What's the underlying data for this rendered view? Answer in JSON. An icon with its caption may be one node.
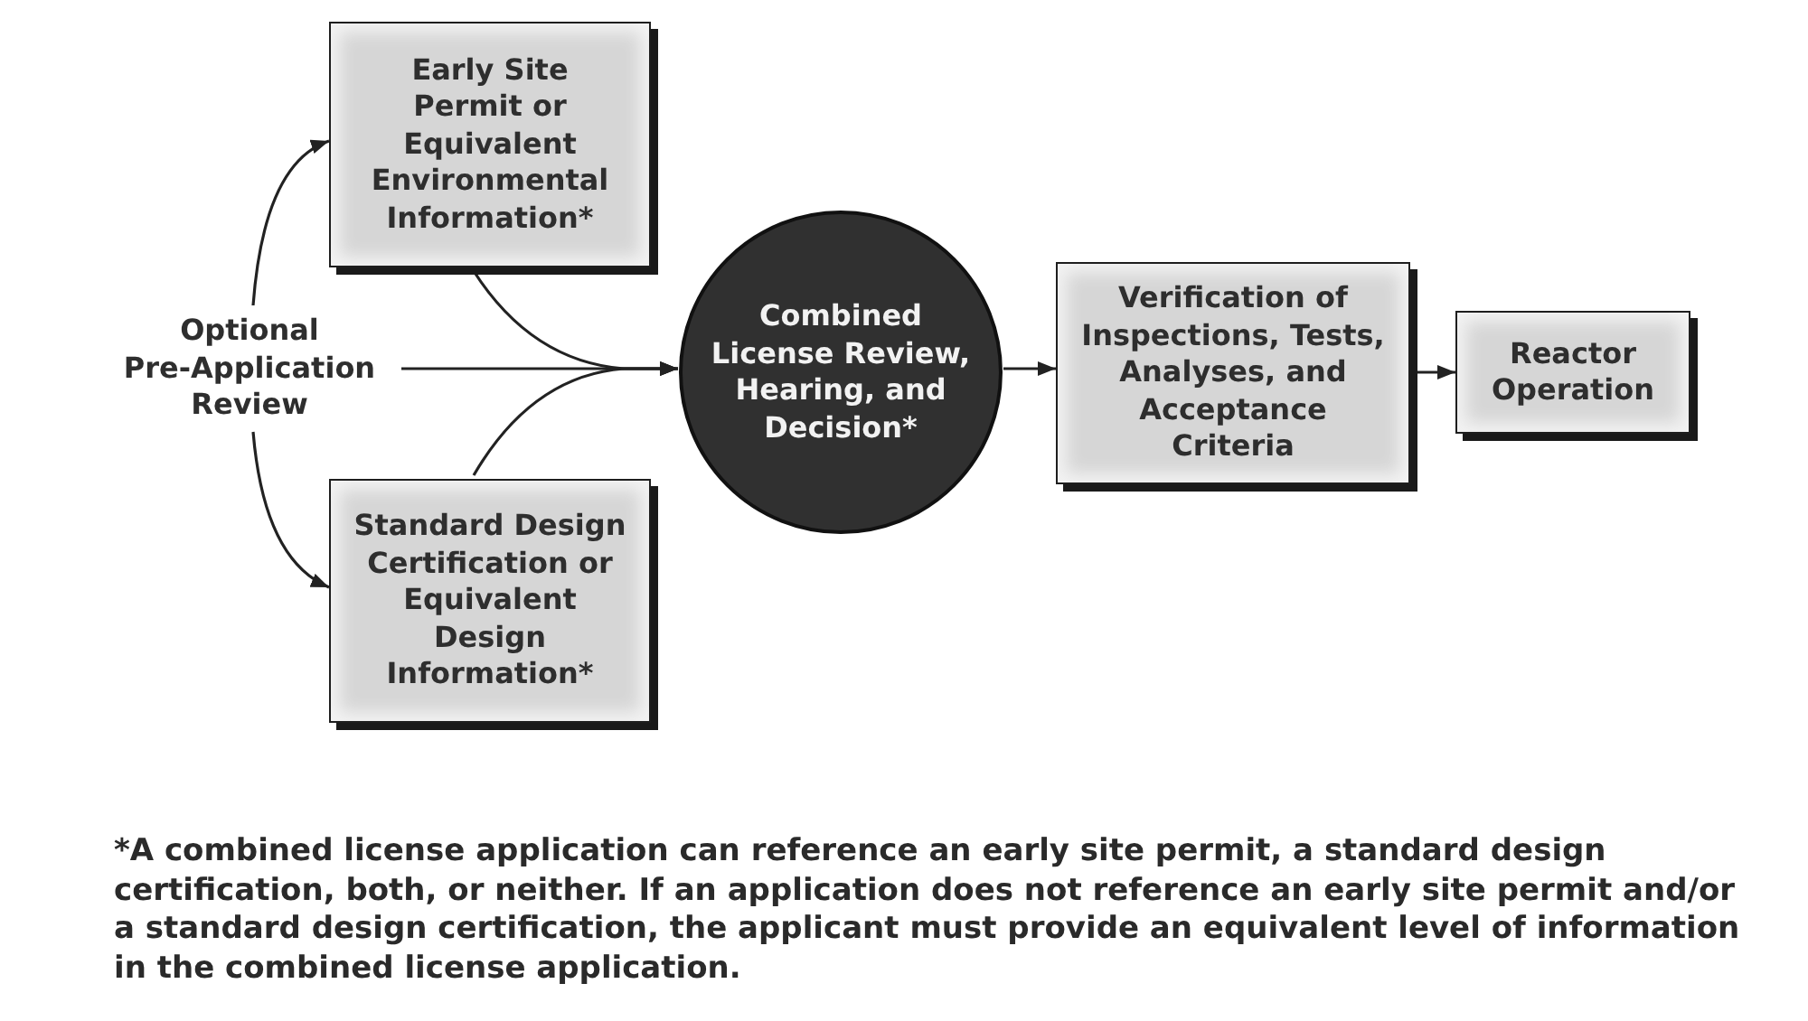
{
  "diagram": {
    "nodes": [
      {
        "text": [
          "Optional Pre-Application Review"
        ]
      },
      {
        "text": [
          "Early Site Permit or Equivalent Environmental Information*"
        ]
      },
      {
        "text": [
          "Standard Design Certification or Equivalent Design Information*"
        ]
      },
      {
        "text": [
          "Combined License Review, Hearing, and Decision*"
        ]
      },
      {
        "text": [
          "Verification of Inspections, Tests, Analyses, and Acceptance Criteria"
        ]
      },
      {
        "text": [
          "Reactor Operation"
        ]
      }
    ],
    "edges": [
      {
        "from": 0,
        "to": 1,
        "arrow": "to"
      },
      {
        "from": 0,
        "to": 2,
        "arrow": "to"
      },
      {
        "from": 0,
        "to": 3,
        "arrow": "to"
      },
      {
        "from": 1,
        "to": 3,
        "arrow": "to"
      },
      {
        "from": 2,
        "to": 3,
        "arrow": "to"
      },
      {
        "from": 3,
        "to": 4,
        "arrow": "to"
      },
      {
        "from": 4,
        "to": 5,
        "arrow": "to"
      }
    ],
    "labels": [
      "*A combined license application can reference an early site permit, a standard design certification, both, or neither. If an application does not reference an early site permit and/or a standard design certification, the applicant must provide an equivalent level of information in the combined license application."
    ]
  }
}
